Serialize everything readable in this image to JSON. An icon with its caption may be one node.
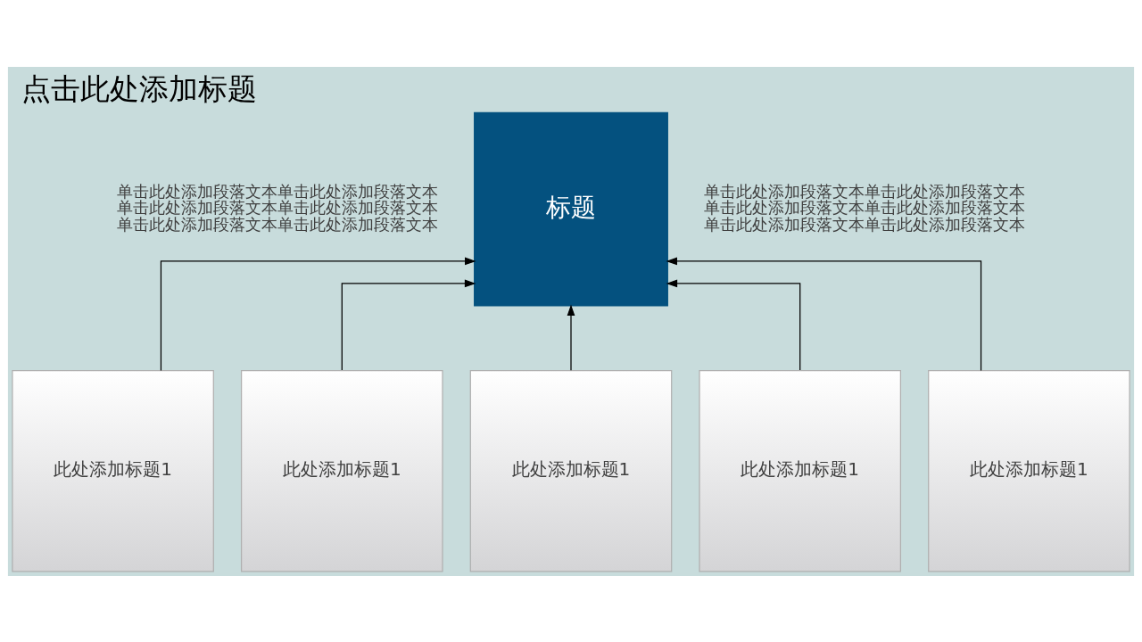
{
  "diagram": {
    "title": "点击此处添加标题",
    "nodes": [
      {
        "text": [
          "标题"
        ]
      },
      {
        "text": [
          "此处添加标题1"
        ]
      },
      {
        "text": [
          "此处添加标题1"
        ]
      },
      {
        "text": [
          "此处添加标题1"
        ]
      },
      {
        "text": [
          "此处添加标题1"
        ]
      },
      {
        "text": [
          "此处添加标题1"
        ]
      }
    ],
    "edges": [
      {
        "from": 1,
        "to": 0,
        "arrow": "to"
      },
      {
        "from": 2,
        "to": 0,
        "arrow": "to"
      },
      {
        "from": 3,
        "to": 0,
        "arrow": "to"
      },
      {
        "from": 4,
        "to": 0,
        "arrow": "to"
      },
      {
        "from": 5,
        "to": 0,
        "arrow": "to"
      }
    ],
    "labels": [
      "单击此处添加段落文本单击此处添加段落文本单击此处添加段落文本单击此处添加段落文本单击此处添加段落文本单击此处添加段落文本",
      "单击此处添加段落文本单击此处添加段落文本单击此处添加段落文本单击此处添加段落文本单击此处添加段落文本单击此处添加段落文本"
    ]
  }
}
